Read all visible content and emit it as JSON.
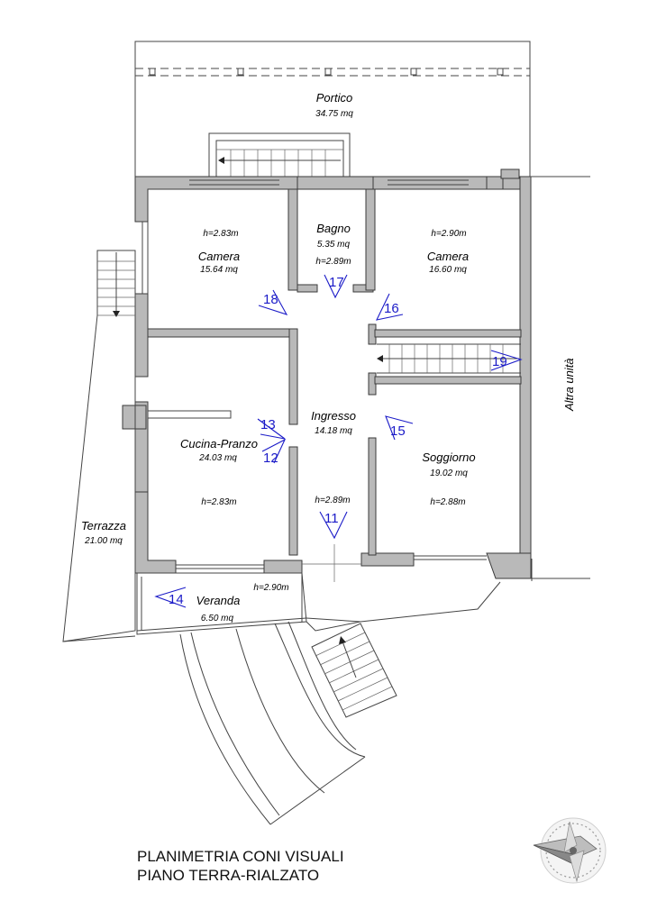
{
  "rooms": {
    "portico": {
      "name": "Portico",
      "area": "34.75 mq"
    },
    "camera1": {
      "name": "Camera",
      "area": "15.64 mq",
      "height": "h=2.83m"
    },
    "bagno": {
      "name": "Bagno",
      "area": "5.35 mq",
      "height": "h=2.89m"
    },
    "camera2": {
      "name": "Camera",
      "area": "16.60 mq",
      "height": "h=2.90m"
    },
    "ingresso": {
      "name": "Ingresso",
      "area": "14.18 mq",
      "height": "h=2.89m"
    },
    "cucina": {
      "name": "Cucina-Pranzo",
      "area": "24.03 mq",
      "height": "h=2.83m"
    },
    "soggiorno": {
      "name": "Soggiorno",
      "area": "19.02 mq",
      "height": "h=2.88m"
    },
    "terrazza": {
      "name": "Terrazza",
      "area": "21.00 mq"
    },
    "veranda": {
      "name": "Veranda",
      "area": "6.50 mq",
      "height": "h=2.90m"
    }
  },
  "side_label": "Altra unità",
  "view_cones": [
    "11",
    "12",
    "13",
    "14",
    "15",
    "16",
    "17",
    "18",
    "19"
  ],
  "title_line1": "PLANIMETRIA CONI VISUALI",
  "title_line2": "PIANO TERRA-RIALZATO",
  "icons": {
    "compass": "compass-rose-icon"
  }
}
